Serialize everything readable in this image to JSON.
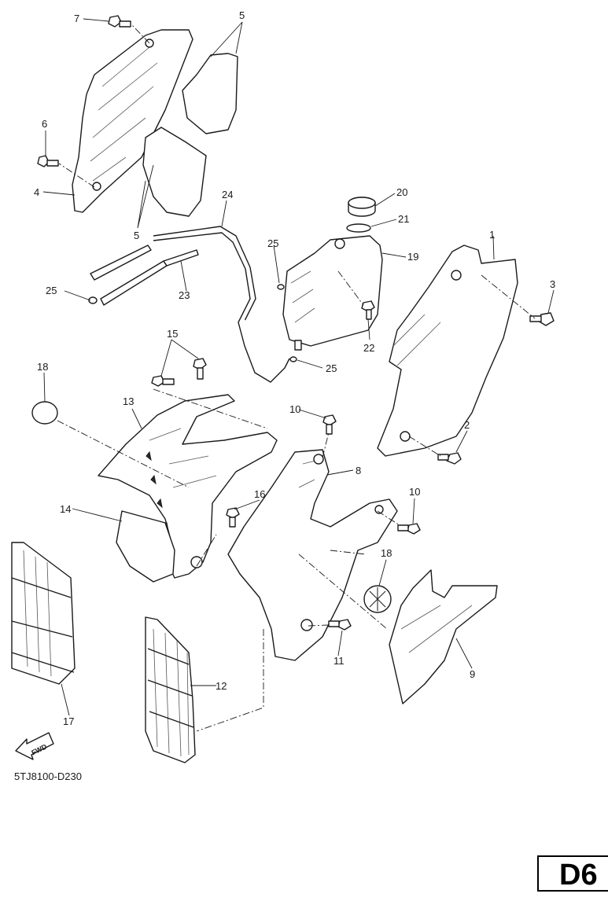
{
  "diagram": {
    "callouts": [
      "1",
      "2",
      "3",
      "4",
      "5",
      "5",
      "6",
      "7",
      "8",
      "9",
      "10",
      "10",
      "11",
      "12",
      "13",
      "14",
      "15",
      "16",
      "17",
      "18",
      "18",
      "19",
      "20",
      "21",
      "22",
      "23",
      "24",
      "25",
      "25",
      "25"
    ],
    "fwd_label": "FWD",
    "drawing_code": "5TJ8100-D230"
  },
  "page_tag": "D6"
}
